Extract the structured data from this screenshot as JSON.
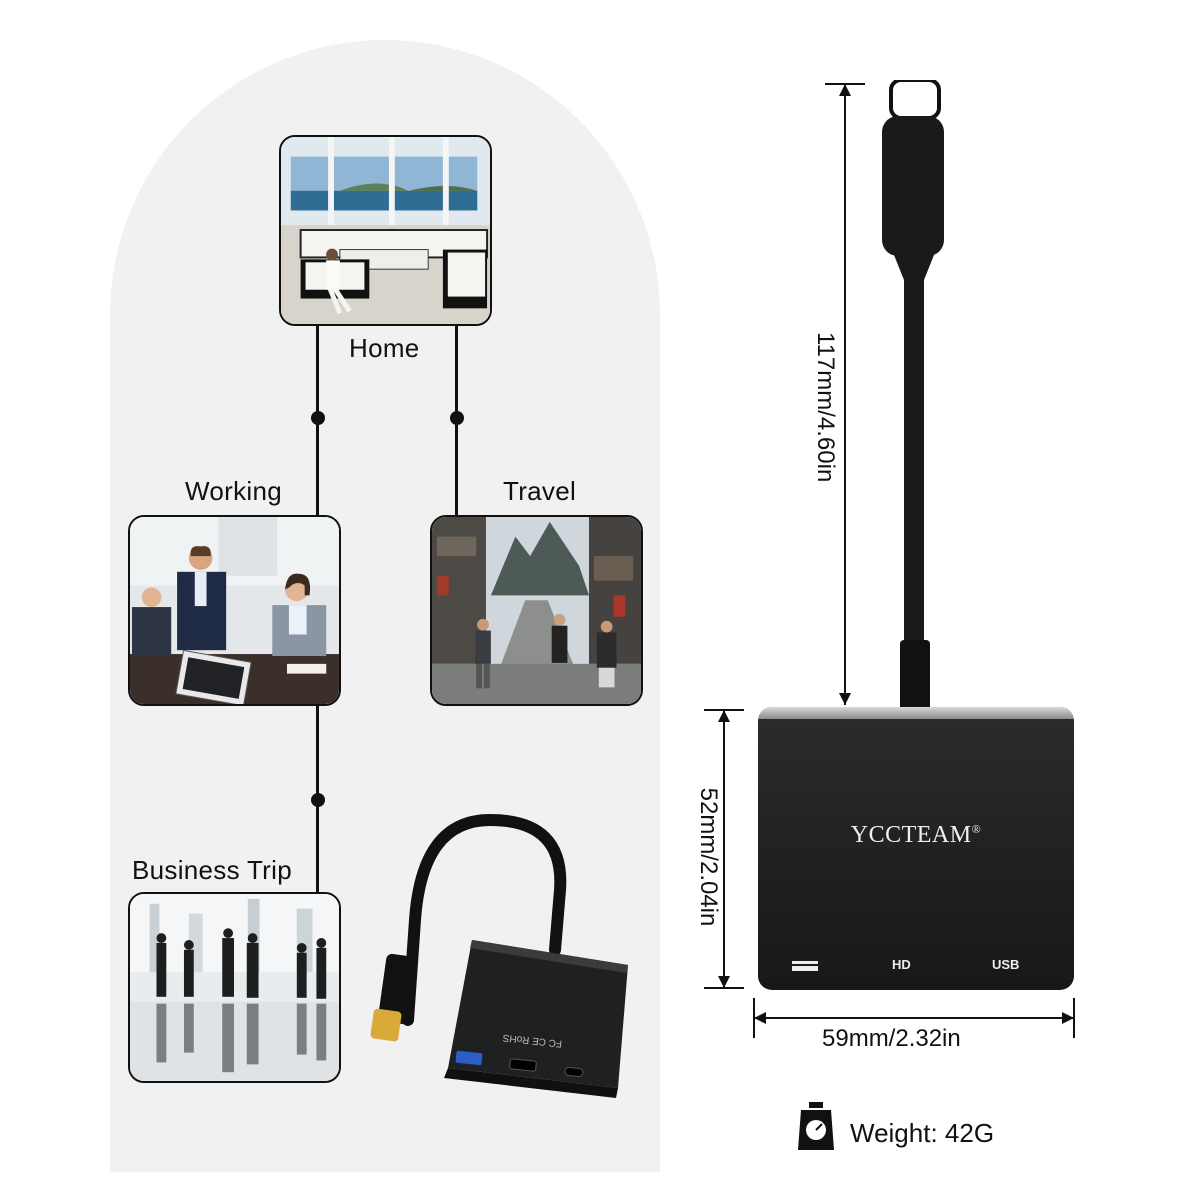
{
  "scenarios": {
    "home": "Home",
    "working": "Working",
    "travel": "Travel",
    "business_trip": "Business Trip"
  },
  "product": {
    "brand": "YCCTEAM",
    "registered_mark": "®",
    "port_hd": "HD",
    "port_usb": "USB",
    "small_marks": "FC CE RoHS"
  },
  "dimensions": {
    "length": "117mm/4.60in",
    "height": "52mm/2.04in",
    "width": "59mm/2.32in"
  },
  "weight": {
    "text": "Weight: 42G",
    "icon": "scale-icon"
  }
}
